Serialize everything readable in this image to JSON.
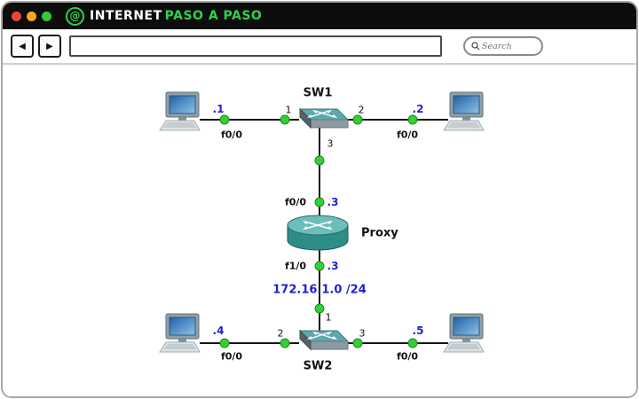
{
  "chrome": {
    "brand": {
      "logo_glyph": "@",
      "part_white": "INTERNET",
      "part_green": "PASO A PASO"
    },
    "nav": {
      "back_icon": "◀",
      "forward_icon": "▶"
    },
    "address_value": "",
    "search": {
      "placeholder": "Search"
    }
  },
  "colors": {
    "traffic_red": "#e8463c",
    "traffic_amber": "#f5a623",
    "traffic_green": "#37c837",
    "brand_green": "#2fd14f",
    "ip_label": "#1f1fd6",
    "status_up": "#35cf35",
    "link": "#151515"
  },
  "topology": {
    "nodes": {
      "sw1": "SW1",
      "sw2": "SW2",
      "proxy": "Proxy"
    },
    "ports": {
      "sw1_p1": "1",
      "sw1_p2": "2",
      "sw1_p3": "3",
      "sw2_p1": "1",
      "sw2_p2": "2",
      "sw2_p3": "3"
    },
    "interfaces": {
      "pc1": "f0/0",
      "pc2": "f0/0",
      "pc4": "f0/0",
      "pc5": "f0/0",
      "proxy_up": "f0/0",
      "proxy_down": "f1/0"
    },
    "ips": {
      "pc1": ".1",
      "pc2": ".2",
      "pc4": ".4",
      "pc5": ".5",
      "proxy_up": ".3",
      "proxy_down": ".3"
    },
    "subnet": "172.16.1.0 /24"
  }
}
